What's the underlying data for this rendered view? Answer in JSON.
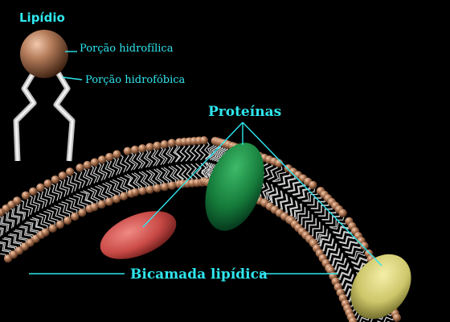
{
  "labels": {
    "lipid": "Lipídio",
    "hydrophilic": "Porção hidrofílica",
    "hydrophobic": "Porção hidrofóbica",
    "proteins": "Proteínas",
    "bilayer": "Bicamada lipídica"
  },
  "colors": {
    "background": "#000000",
    "label": "#2fe6ee",
    "lipid_head": "#b07a5a",
    "lipid_tail": "#d8d8d8",
    "protein_red": "#d85a55",
    "protein_green": "#1e8a45",
    "protein_yellow": "#d8d27a"
  }
}
